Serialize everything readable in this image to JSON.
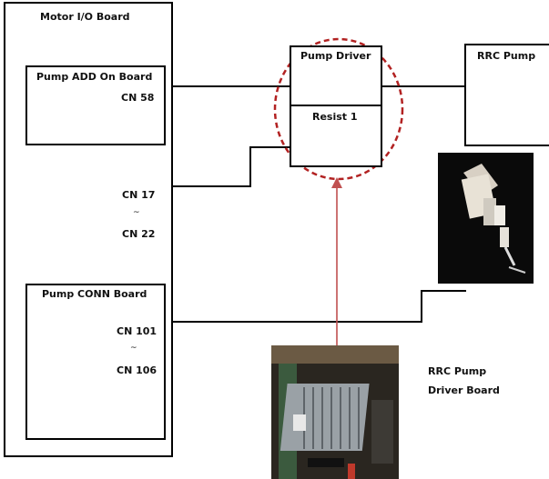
{
  "motor_io_board": {
    "title": "Motor I/O Board"
  },
  "pump_add_on_board": {
    "title": "Pump ADD On Board",
    "connector": "CN 58"
  },
  "cn_range_1": {
    "start": "CN 17",
    "sep": "~",
    "end": "CN 22"
  },
  "pump_conn_board": {
    "title": "Pump CONN Board",
    "connector_start": "CN 101",
    "sep": "~",
    "connector_end": "CN 106"
  },
  "pump_driver": {
    "title": "Pump Driver",
    "resist": "Resist 1"
  },
  "rrc_pump": {
    "title": "RRC Pump"
  },
  "rrc_pump_driver_board": {
    "line1": "RRC Pump",
    "line2": "Driver Board"
  },
  "colors": {
    "highlight": "#b22222",
    "wire": "#000000"
  }
}
